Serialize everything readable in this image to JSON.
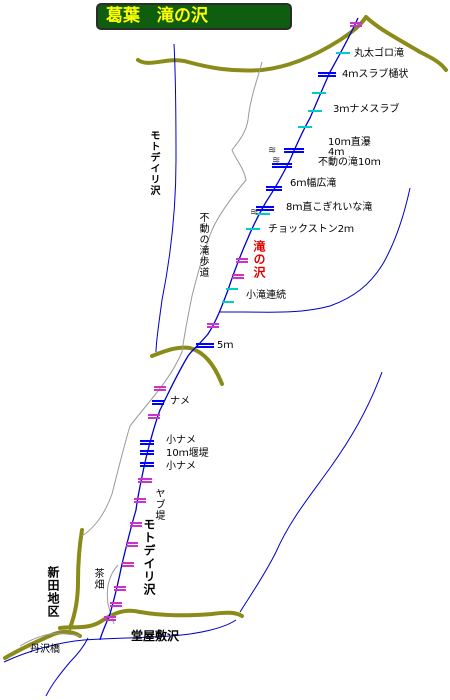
{
  "title": "葛葉　滝の沢",
  "labels": {
    "marutagoro": "丸太ゴロ滝",
    "slab_4m": "4ｍスラブ樋状",
    "name_slab_3m": "3ｍナメスラブ",
    "jikutaki_10m": "10ｍ直瀑",
    "m4": "4ｍ",
    "fudo_10m": "不動の滝10ｍ",
    "hirotaki_6m": "6ｍ幅広滝",
    "kirei_8m": "8ｍ直こぎれいな滝",
    "chockstone": "チョックストン2ｍ",
    "stream_name": "滝の沢",
    "kotaki": "小滝連続",
    "m5": "5ｍ",
    "name1": "ナメ",
    "name2": "小ナメ",
    "entei": "10ｍ堰堤",
    "name3": "小ナメ",
    "yabu": "ヤブ堤",
    "motoderi_lower": "モトデイリ沢",
    "motoderi_upper": "モトデイリ沢",
    "fudo_path": "不動の滝歩道",
    "chabatake": "茶畑",
    "shinden": "新田地区",
    "doyashiki": "堂屋敷沢",
    "tanzawa_bridge": "丹沢橋"
  },
  "colors": {
    "title_bg": "#0f5d0f",
    "title_text": "#ffff00",
    "stream": "#0000cc",
    "ridge": "#8b8b1a",
    "path": "#9a9a9a",
    "fall_mark": "#0000ff",
    "slab_mark": "#00cccc",
    "check_mark": "#cc33cc",
    "stream_label": "#e00000"
  }
}
